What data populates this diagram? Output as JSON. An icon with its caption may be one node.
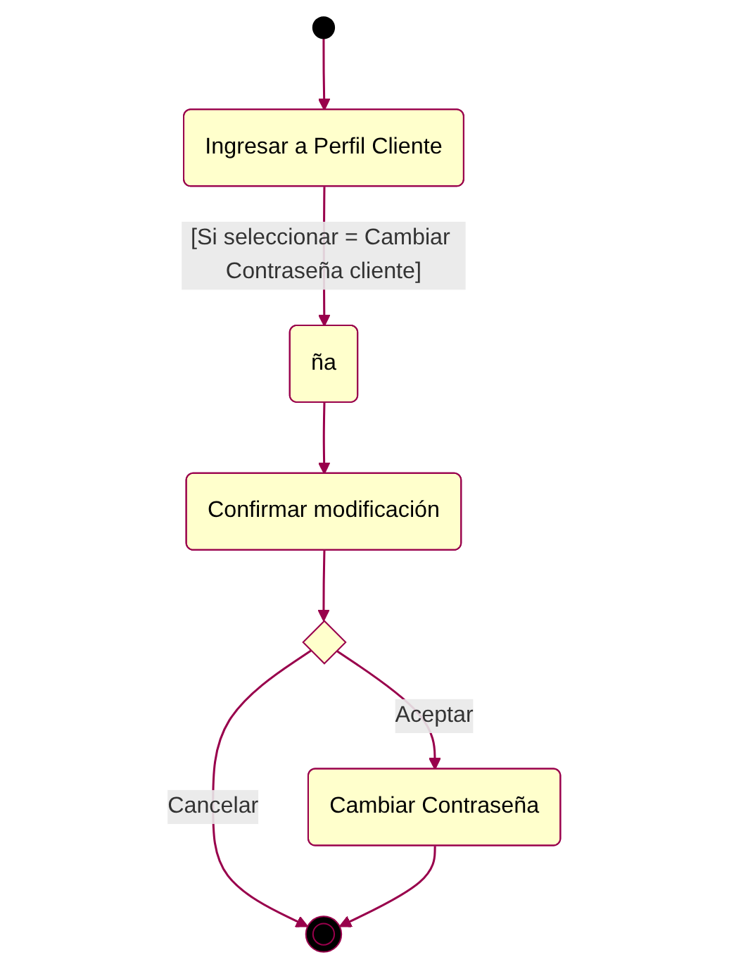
{
  "diagram": {
    "nodes": [
      {
        "text": [],
        "shape": "circle"
      },
      {
        "text": [
          "Ingresar a Perfil Cliente"
        ]
      },
      {
        "text": [
          "ña"
        ]
      },
      {
        "text": [
          "Confirmar modificación"
        ]
      },
      {
        "text": [],
        "shape": "diamond"
      },
      {
        "text": [
          "Cambiar Contraseña"
        ]
      },
      {
        "text": [],
        "shape": "circle"
      }
    ],
    "edges": [
      {
        "from": 0,
        "to": 1,
        "arrow": "to"
      },
      {
        "from": 1,
        "to": 2,
        "arrow": "to",
        "label": "[Si seleccionar = Cambiar Contraseña cliente]"
      },
      {
        "from": 2,
        "to": 3,
        "arrow": "to"
      },
      {
        "from": 3,
        "to": 4,
        "arrow": "to"
      },
      {
        "from": 4,
        "to": 5,
        "arrow": "to",
        "label": "Aceptar"
      },
      {
        "from": 4,
        "to": 6,
        "arrow": "to",
        "label": "Cancelar"
      },
      {
        "from": 5,
        "to": 6,
        "arrow": "to"
      }
    ]
  }
}
